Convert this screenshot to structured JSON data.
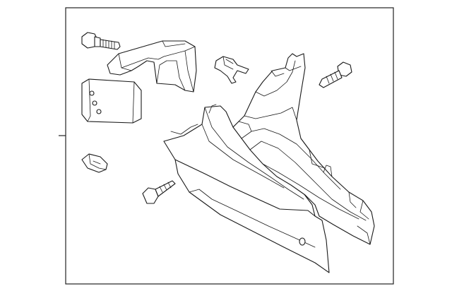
{
  "diagram": {
    "line_color": "#1a1a1a",
    "background": "#ffffff",
    "parts": [
      {
        "id": "bolt-top-left",
        "kind": "bolt"
      },
      {
        "id": "upper-bracket",
        "kind": "bracket"
      },
      {
        "id": "mount-plate",
        "kind": "plate"
      },
      {
        "id": "small-clip",
        "kind": "clip"
      },
      {
        "id": "bolt-right",
        "kind": "bolt"
      },
      {
        "id": "spring-clip",
        "kind": "clip"
      },
      {
        "id": "screw-bottom",
        "kind": "screw"
      },
      {
        "id": "console-panel",
        "kind": "panel"
      }
    ]
  }
}
